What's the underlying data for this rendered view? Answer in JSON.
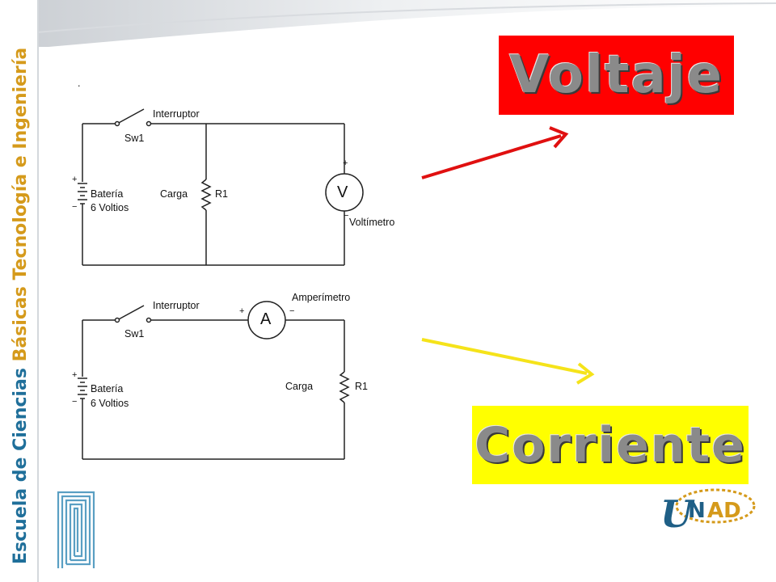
{
  "sidebar": {
    "title_part1": "Escuela de Ciencias ",
    "title_part2": "Básicas Tecnología ",
    "title_part3": " e Ingeniería",
    "colors": {
      "primary": "#1f6f9a",
      "accent": "#d59a1b"
    }
  },
  "circuit_voltage": {
    "switch_label": "Interruptor",
    "switch_id": "Sw1",
    "battery_label": "Batería",
    "battery_value": "6 Voltios",
    "plus": "+",
    "minus": "−",
    "load_label": "Carga",
    "resistor_id": "R1",
    "meter_symbol": "V",
    "meter_label": "Voltímetro",
    "dot": "."
  },
  "circuit_current": {
    "switch_label": "Interruptor",
    "switch_id": "Sw1",
    "battery_label": "Batería",
    "battery_value": "6 Voltios",
    "plus": "+",
    "minus": "−",
    "load_label": "Carga",
    "resistor_id": "R1",
    "meter_symbol": "A",
    "meter_label": "Amperímetro"
  },
  "titles": {
    "voltaje": "Voltaje",
    "corriente": "Corriente",
    "voltaje_bg": "#ff0000",
    "corriente_bg": "#ffff00",
    "voltaje_arrow_color": "#e01010",
    "corriente_arrow_color": "#f5e31a"
  },
  "logo": {
    "text_u": "U",
    "text_n": "N",
    "text_ad": "AD"
  }
}
